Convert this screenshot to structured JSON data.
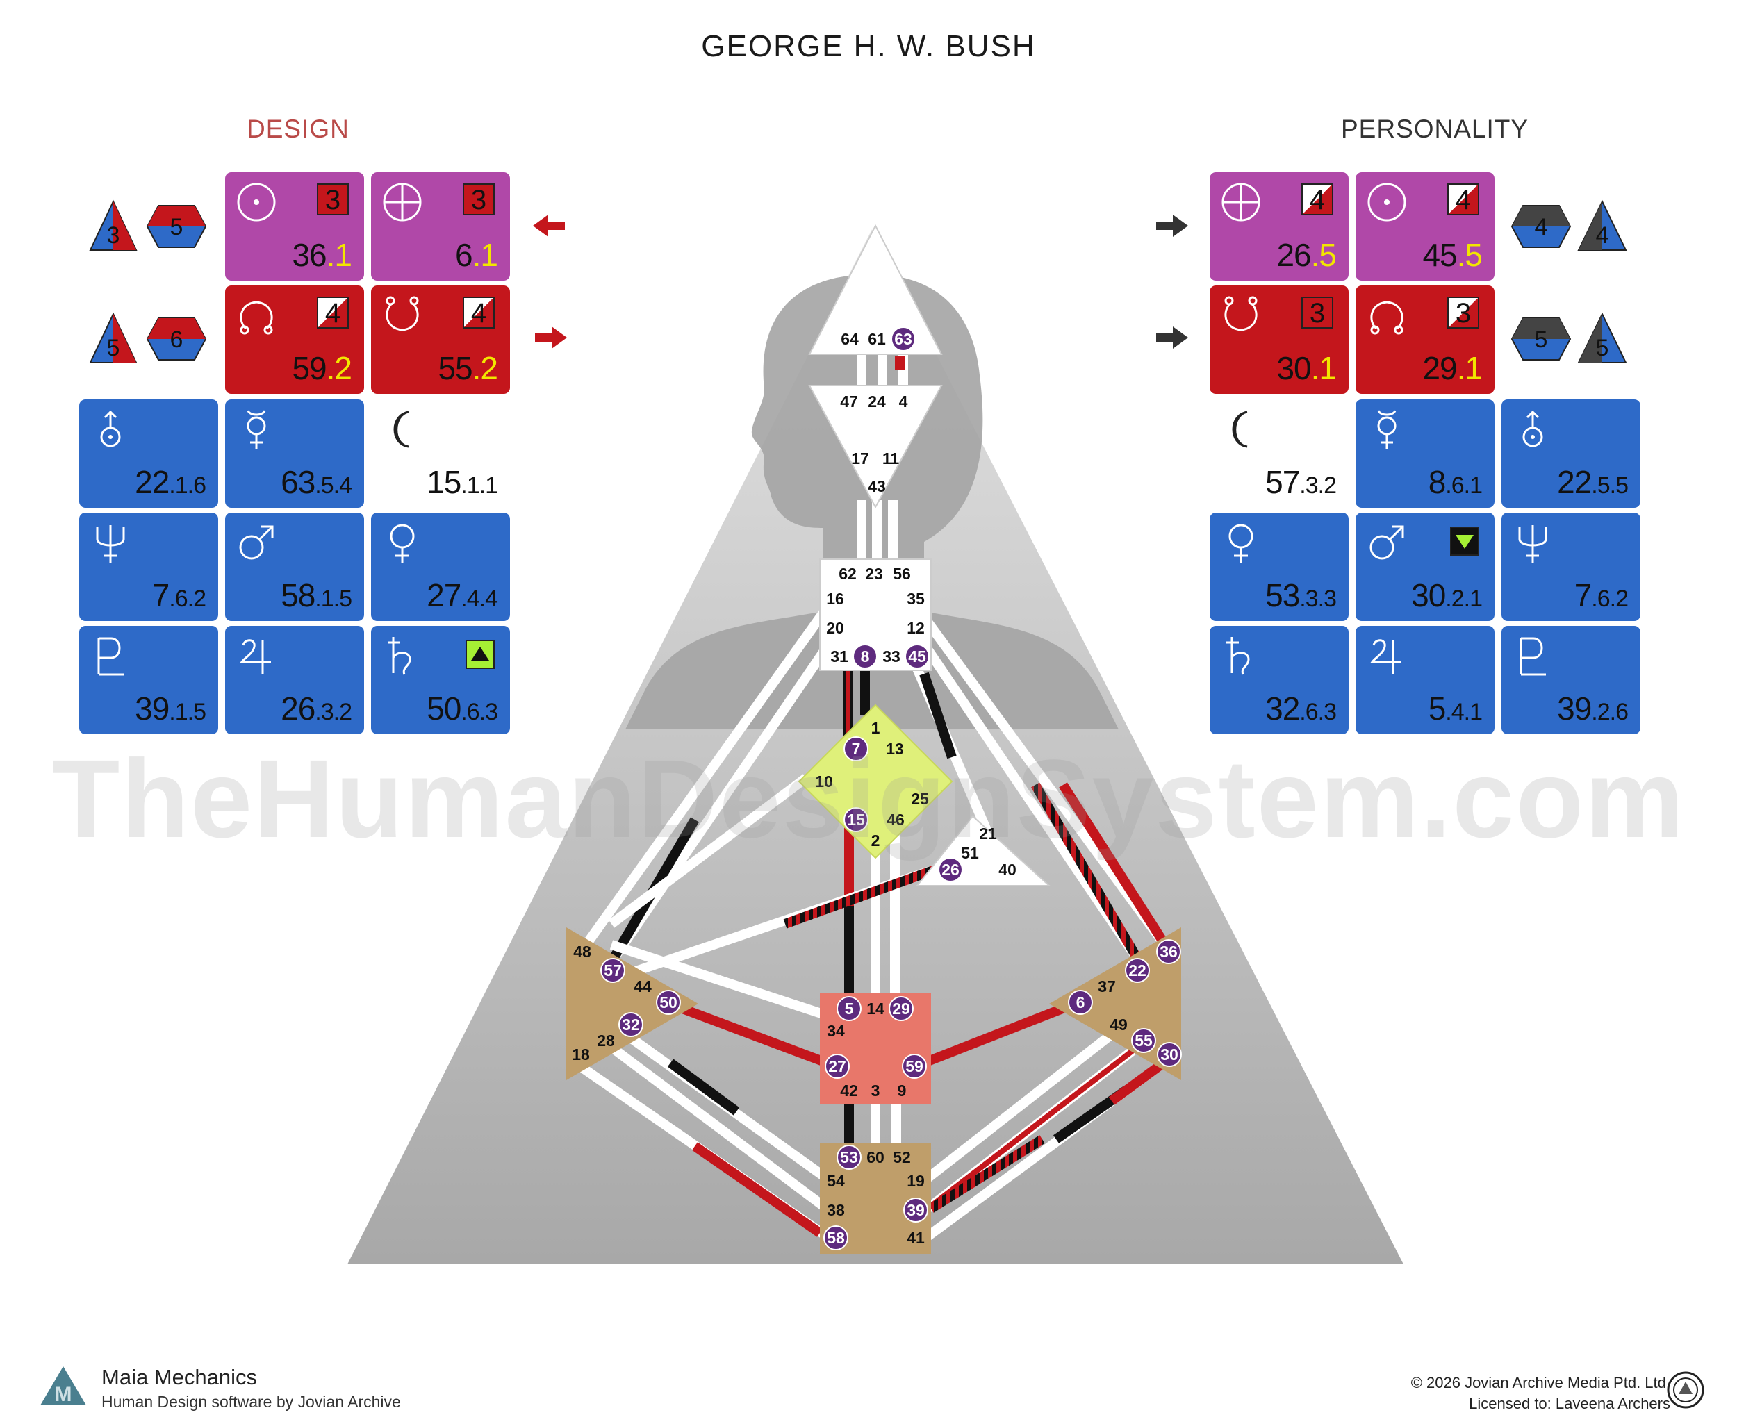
{
  "title": "GEORGE H. W. BUSH",
  "design_label": "DESIGN",
  "personality_label": "PERSONALITY",
  "design": {
    "sun": {
      "gate": "36",
      "line": ".1",
      "badge": "3"
    },
    "earth": {
      "gate": "6",
      "line": ".1",
      "badge": "3"
    },
    "north_node": {
      "gate": "59",
      "line": ".2",
      "badge": "4"
    },
    "south_node": {
      "gate": "55",
      "line": ".2",
      "badge": "4"
    },
    "uranus": {
      "gate": "22",
      "sub": ".1.6"
    },
    "mercury": {
      "gate": "63",
      "sub": ".5.4"
    },
    "moon": {
      "gate": "15",
      "sub": ".1.1"
    },
    "neptune": {
      "gate": "7",
      "sub": ".6.2"
    },
    "mars": {
      "gate": "58",
      "sub": ".1.5"
    },
    "venus": {
      "gate": "27",
      "sub": ".4.4"
    },
    "pluto": {
      "gate": "39",
      "sub": ".1.5"
    },
    "jupiter": {
      "gate": "26",
      "sub": ".3.2"
    },
    "saturn": {
      "gate": "50",
      "sub": ".6.3"
    },
    "variable_top": [
      "3",
      "5"
    ],
    "variable_bottom": [
      "5",
      "6"
    ]
  },
  "personality": {
    "earth": {
      "gate": "26",
      "line": ".5",
      "badge": "4"
    },
    "sun": {
      "gate": "45",
      "line": ".5",
      "badge": "4"
    },
    "south_node": {
      "gate": "30",
      "line": ".1",
      "badge": "3"
    },
    "north_node": {
      "gate": "29",
      "line": ".1",
      "badge": "3"
    },
    "moon": {
      "gate": "57",
      "sub": ".3.2"
    },
    "mercury": {
      "gate": "8",
      "sub": ".6.1"
    },
    "uranus": {
      "gate": "22",
      "sub": ".5.5"
    },
    "venus": {
      "gate": "53",
      "sub": ".3.3"
    },
    "mars": {
      "gate": "30",
      "sub": ".2.1"
    },
    "neptune": {
      "gate": "7",
      "sub": ".6.2"
    },
    "saturn": {
      "gate": "32",
      "sub": ".6.3"
    },
    "jupiter": {
      "gate": "5",
      "sub": ".4.1"
    },
    "pluto": {
      "gate": "39",
      "sub": ".2.6"
    },
    "variable_top": [
      "4",
      "4"
    ],
    "variable_bottom": [
      "5",
      "5"
    ]
  },
  "watermark": "TheHumanDesignSystem.com",
  "centers": {
    "head": [
      "64",
      "61",
      "63"
    ],
    "ajna_top": [
      "47",
      "24",
      "4"
    ],
    "ajna_mid": [
      "17",
      "11"
    ],
    "ajna_bottom": [
      "43"
    ],
    "throat_top": [
      "62",
      "23",
      "56"
    ],
    "throat_left": [
      "16",
      "20"
    ],
    "throat_right": [
      "35",
      "12"
    ],
    "throat_bottom": [
      "31",
      "8",
      "33",
      "45"
    ],
    "g": [
      "1",
      "13",
      "7",
      "10",
      "25",
      "15",
      "46",
      "2"
    ],
    "ego": [
      "21",
      "51",
      "26",
      "40"
    ],
    "spleen": [
      "48",
      "57",
      "44",
      "50",
      "32",
      "28",
      "18"
    ],
    "sacral": [
      "5",
      "14",
      "29",
      "34",
      "27",
      "59",
      "42",
      "3",
      "9"
    ],
    "solar": [
      "36",
      "22",
      "37",
      "6",
      "49",
      "55",
      "30"
    ],
    "root": [
      "53",
      "60",
      "52",
      "54",
      "19",
      "38",
      "39",
      "58",
      "41"
    ]
  },
  "active_gates": [
    "63",
    "8",
    "45",
    "7",
    "15",
    "26",
    "57",
    "50",
    "32",
    "5",
    "29",
    "27",
    "59",
    "53",
    "39",
    "58",
    "36",
    "22",
    "6",
    "55",
    "30"
  ],
  "footer": {
    "brand": "Maia Mechanics",
    "brand_sub": "Human Design software by Jovian Archive",
    "copyright": "© 2026 Jovian Archive Media Ptd. Ltd.",
    "license": "Licensed to: Laveena Archers"
  },
  "colors": {
    "design_red": "#c4161c",
    "purple": "#b048a8",
    "blue": "#2e6ac8",
    "g_center": "#dff07a",
    "motor_tan": "#bf9e6a",
    "sacral": "#e8776a",
    "gate_circle": "#5e2a7e"
  }
}
